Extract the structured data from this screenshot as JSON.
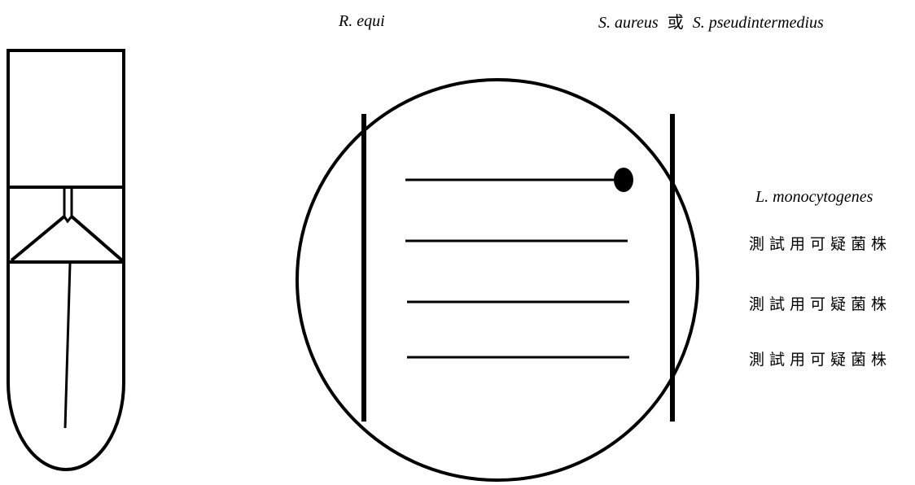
{
  "labels": {
    "top_left": "R. equi",
    "top_right": {
      "part1": "S. aureus",
      "conjunction": "或",
      "part2": "S. pseudintermedius"
    },
    "streak_1": "L. monocytogenes",
    "streak_2": "測試用可疑菌株",
    "streak_3": "測試用可疑菌株",
    "streak_4": "測試用可疑菌株"
  },
  "colors": {
    "stroke": "#000000",
    "background": "#ffffff"
  }
}
